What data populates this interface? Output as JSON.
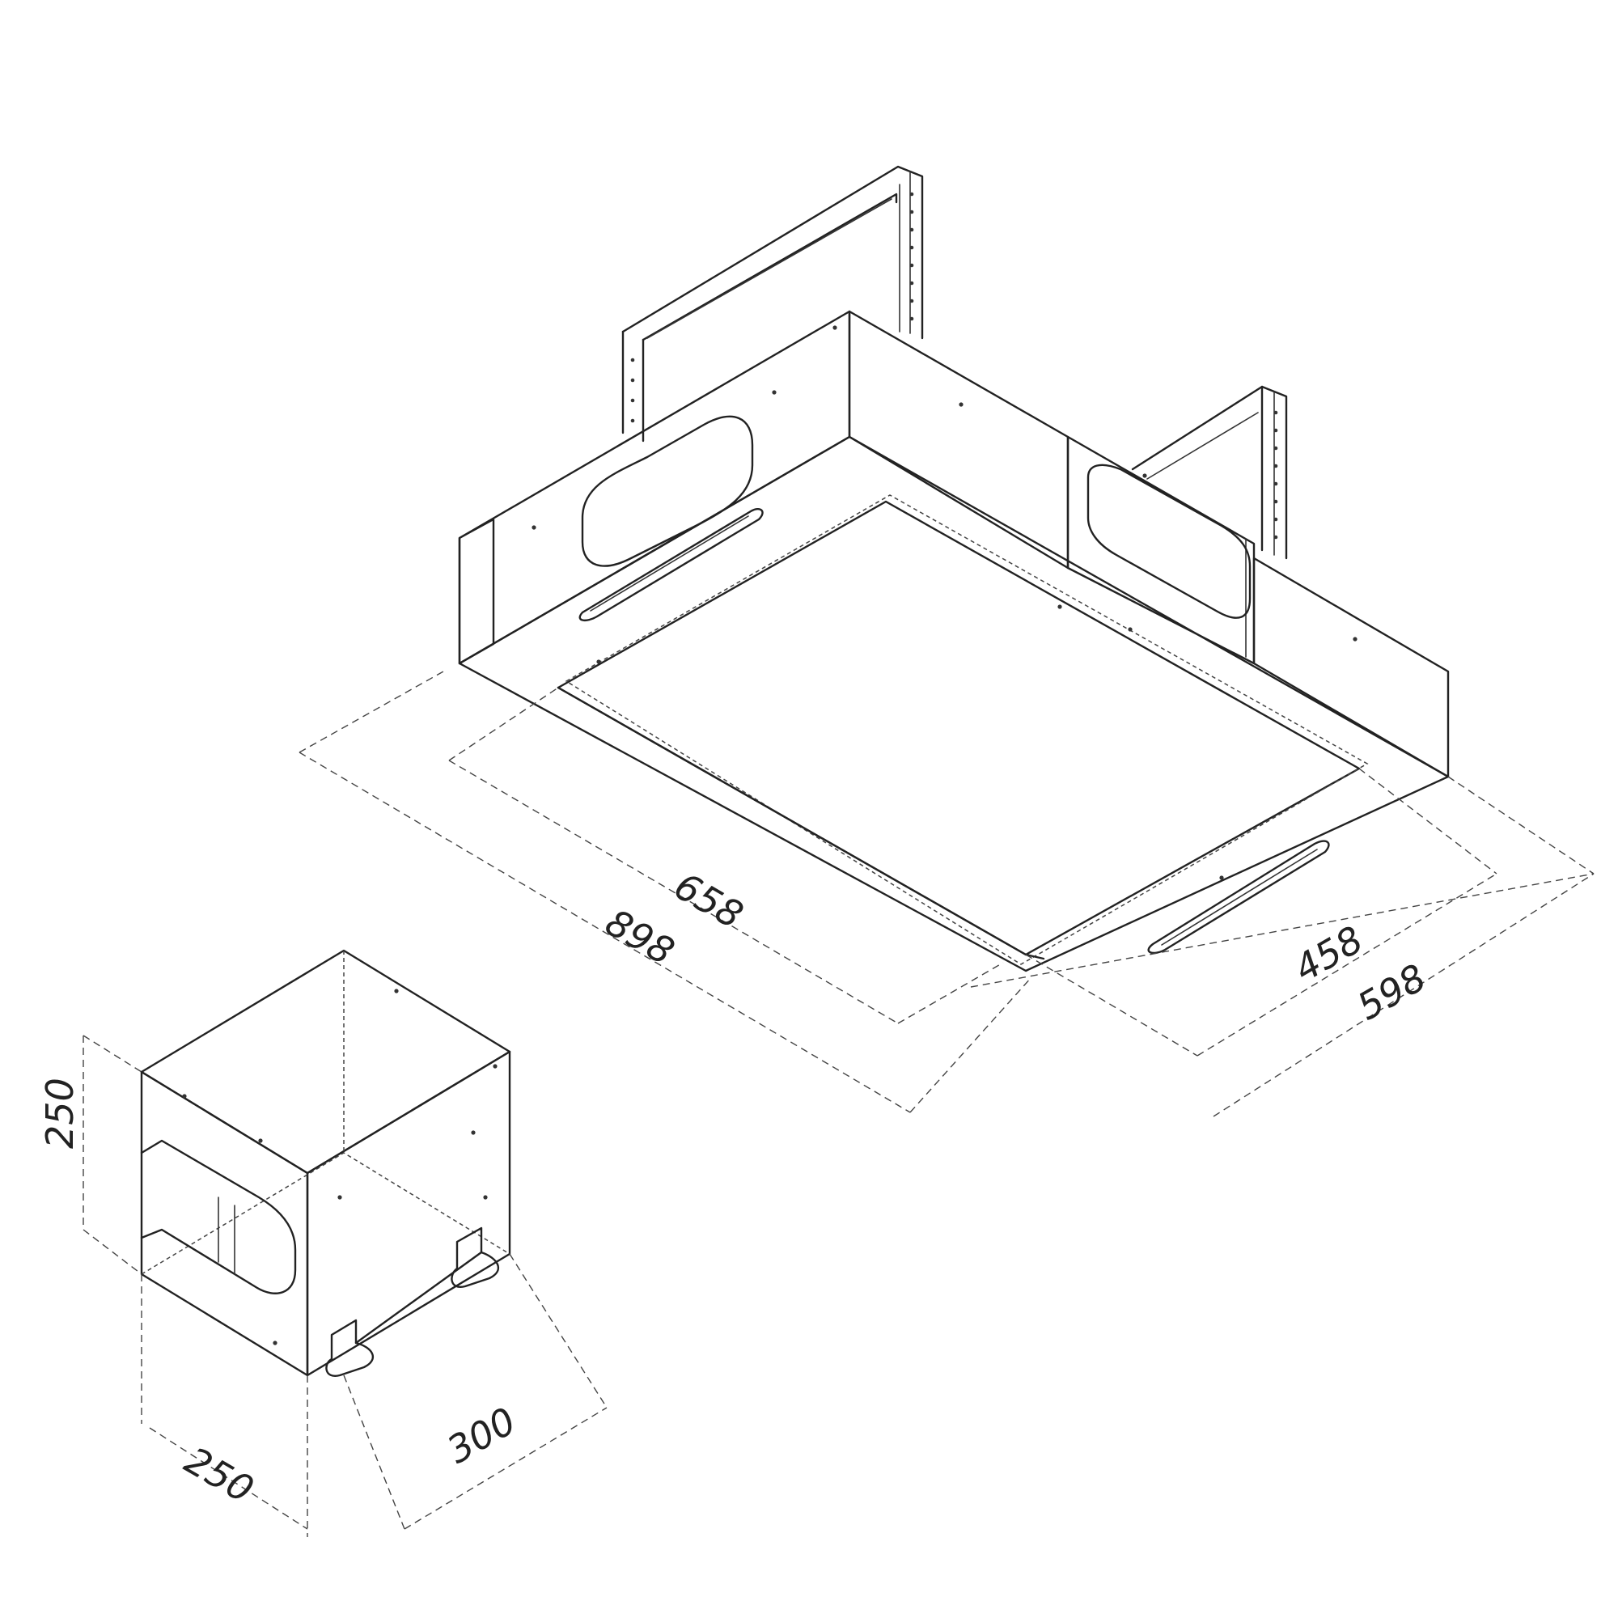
{
  "dimensions": {
    "hood_length_outer": "898",
    "hood_length_inner": "658",
    "hood_width_outer": "598",
    "hood_width_inner": "458",
    "motor_height": "250",
    "motor_width": "250",
    "motor_depth": "300"
  }
}
